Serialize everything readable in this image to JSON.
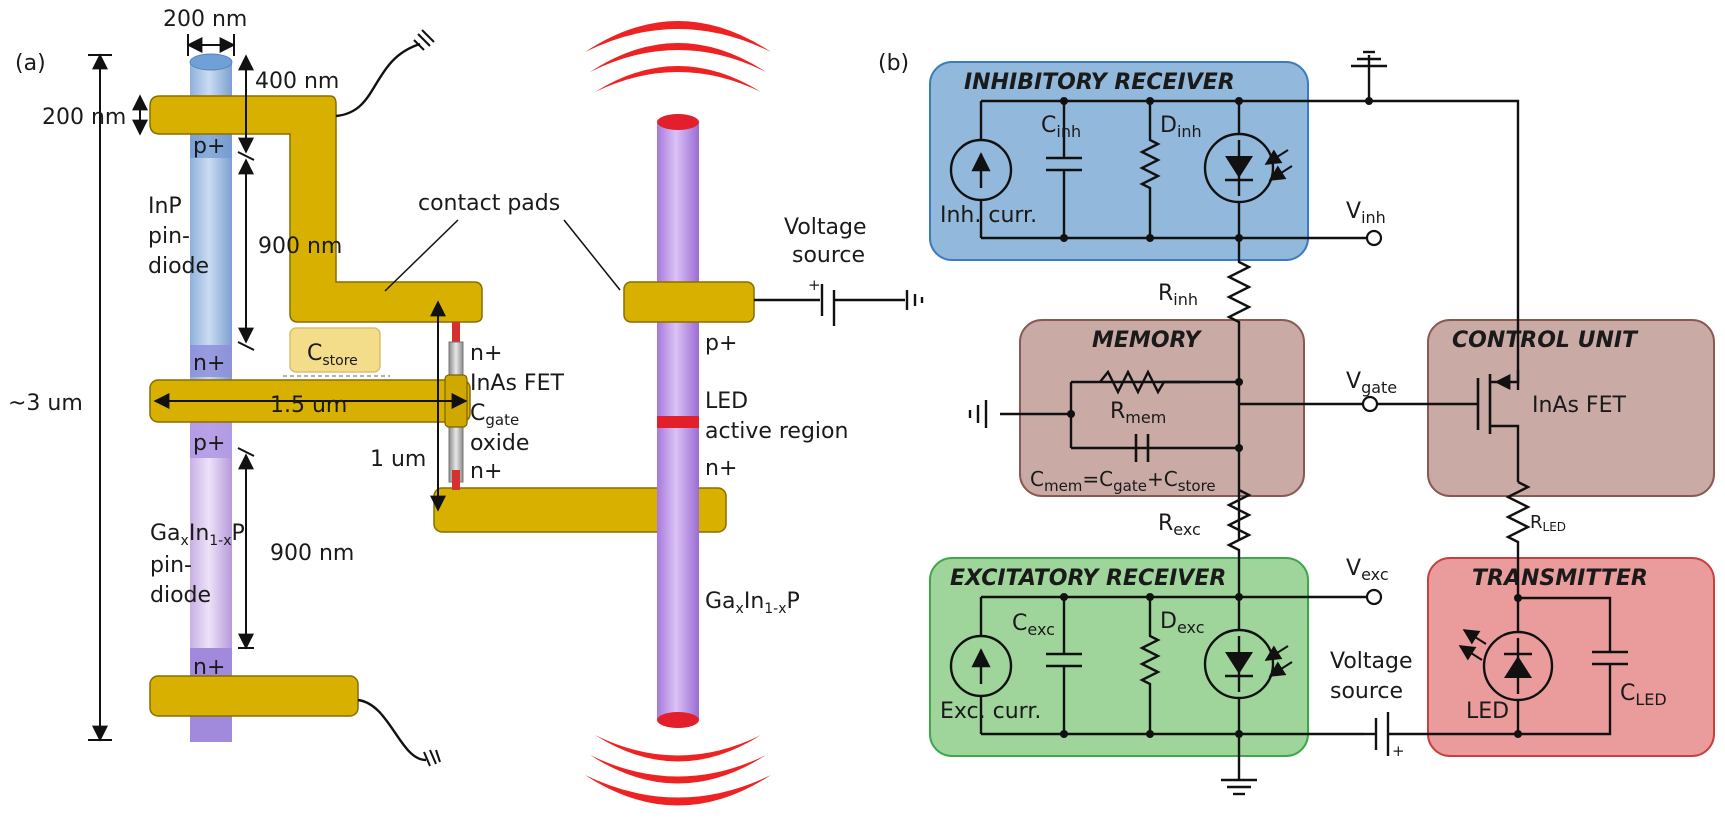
{
  "panel_a": {
    "label": "(a)",
    "dim_width_top": "200 nm",
    "dim_400": "400 nm",
    "dim_200_left": "200 nm",
    "dim_900_top": "900 nm",
    "dim_900_bottom": "900 nm",
    "dim_total": "~3 um",
    "dim_1_5": "1.5 um",
    "dim_1": "1 um",
    "inp_line1": "InP",
    "inp_line2": "pin-",
    "inp_line3": "diode",
    "gainp_line1_main": "Ga",
    "gainp_line1_sub1": "x",
    "gainp_line1_mid": "In",
    "gainp_line1_sub2": "1-x",
    "gainp_line1_end": "P",
    "gainp_line2": "pin-",
    "gainp_line3": "diode",
    "doping_p1": "p+",
    "doping_n1": "n+",
    "doping_p2": "p+",
    "doping_n2": "n+",
    "c_store_main": "C",
    "c_store_sub": "store",
    "contact_pads": "contact pads",
    "fet_n_top": "n+",
    "fet_label": "InAs FET",
    "c_gate_main": "C",
    "c_gate_sub": "gate",
    "oxide": "oxide",
    "fet_n_bottom": "n+",
    "led_p": "p+",
    "led_active1": "LED",
    "led_active2": "active region",
    "led_n": "n+",
    "led_mat_main": "Ga",
    "led_mat_sub1": "x",
    "led_mat_mid": "In",
    "led_mat_sub2": "1-x",
    "led_mat_end": "P",
    "voltage1": "Voltage",
    "voltage2": "source",
    "plus": "+"
  },
  "panel_b": {
    "label": "(b)",
    "inhibitory_title": "INHIBITORY RECEIVER",
    "memory_title": "MEMORY",
    "control_title": "CONTROL UNIT",
    "excitatory_title": "EXCITATORY RECEIVER",
    "transmitter_title": "TRANSMITTER",
    "c_inh_main": "C",
    "c_inh_sub": "inh",
    "d_inh_main": "D",
    "d_inh_sub": "inh",
    "inh_curr": "Inh. curr.",
    "v_inh_main": "V",
    "v_inh_sub": "inh",
    "r_inh_main": "R",
    "r_inh_sub": "inh",
    "r_mem_main": "R",
    "r_mem_sub": "mem",
    "c_mem_eq_main": "C",
    "c_mem_eq_sub": "mem",
    "c_mem_eq_mid": "=C",
    "c_mem_eq_sub2": "gate",
    "c_mem_eq_plus": "+C",
    "c_mem_eq_sub3": "store",
    "v_gate_main": "V",
    "v_gate_sub": "gate",
    "fet": "InAs FET",
    "r_exc_main": "R",
    "r_exc_sub": "exc",
    "r_led_main": "R",
    "r_led_sub": "LED",
    "v_exc_main": "V",
    "v_exc_sub": "exc",
    "c_exc_main": "C",
    "c_exc_sub": "exc",
    "d_exc_main": "D",
    "d_exc_sub": "exc",
    "exc_curr": "Exc. curr.",
    "voltage1": "Voltage",
    "voltage2": "source",
    "plus": "+",
    "led": "LED",
    "c_led_main": "C",
    "c_led_sub": "LED"
  },
  "colors": {
    "inhibitory_fill": "#92b8dc",
    "inhibitory_stroke": "#3b7cc0",
    "inhibitory_title": "#2f70c0",
    "memory_fill": "#c9aaa5",
    "memory_stroke": "#8a5a52",
    "memory_title": "#8c4a44",
    "excitatory_fill": "#9fd59b",
    "excitatory_stroke": "#3da84a",
    "excitatory_title": "#2f9a3a",
    "transmitter_fill": "#ea9c9c",
    "transmitter_stroke": "#c84040",
    "transmitter_title": "#c82020",
    "pad": "#d8b100",
    "inp": "#a9c4e6",
    "gainp": "#d9c6ee",
    "led_pillar": "#c49ae8",
    "emission": "#ee2222"
  }
}
